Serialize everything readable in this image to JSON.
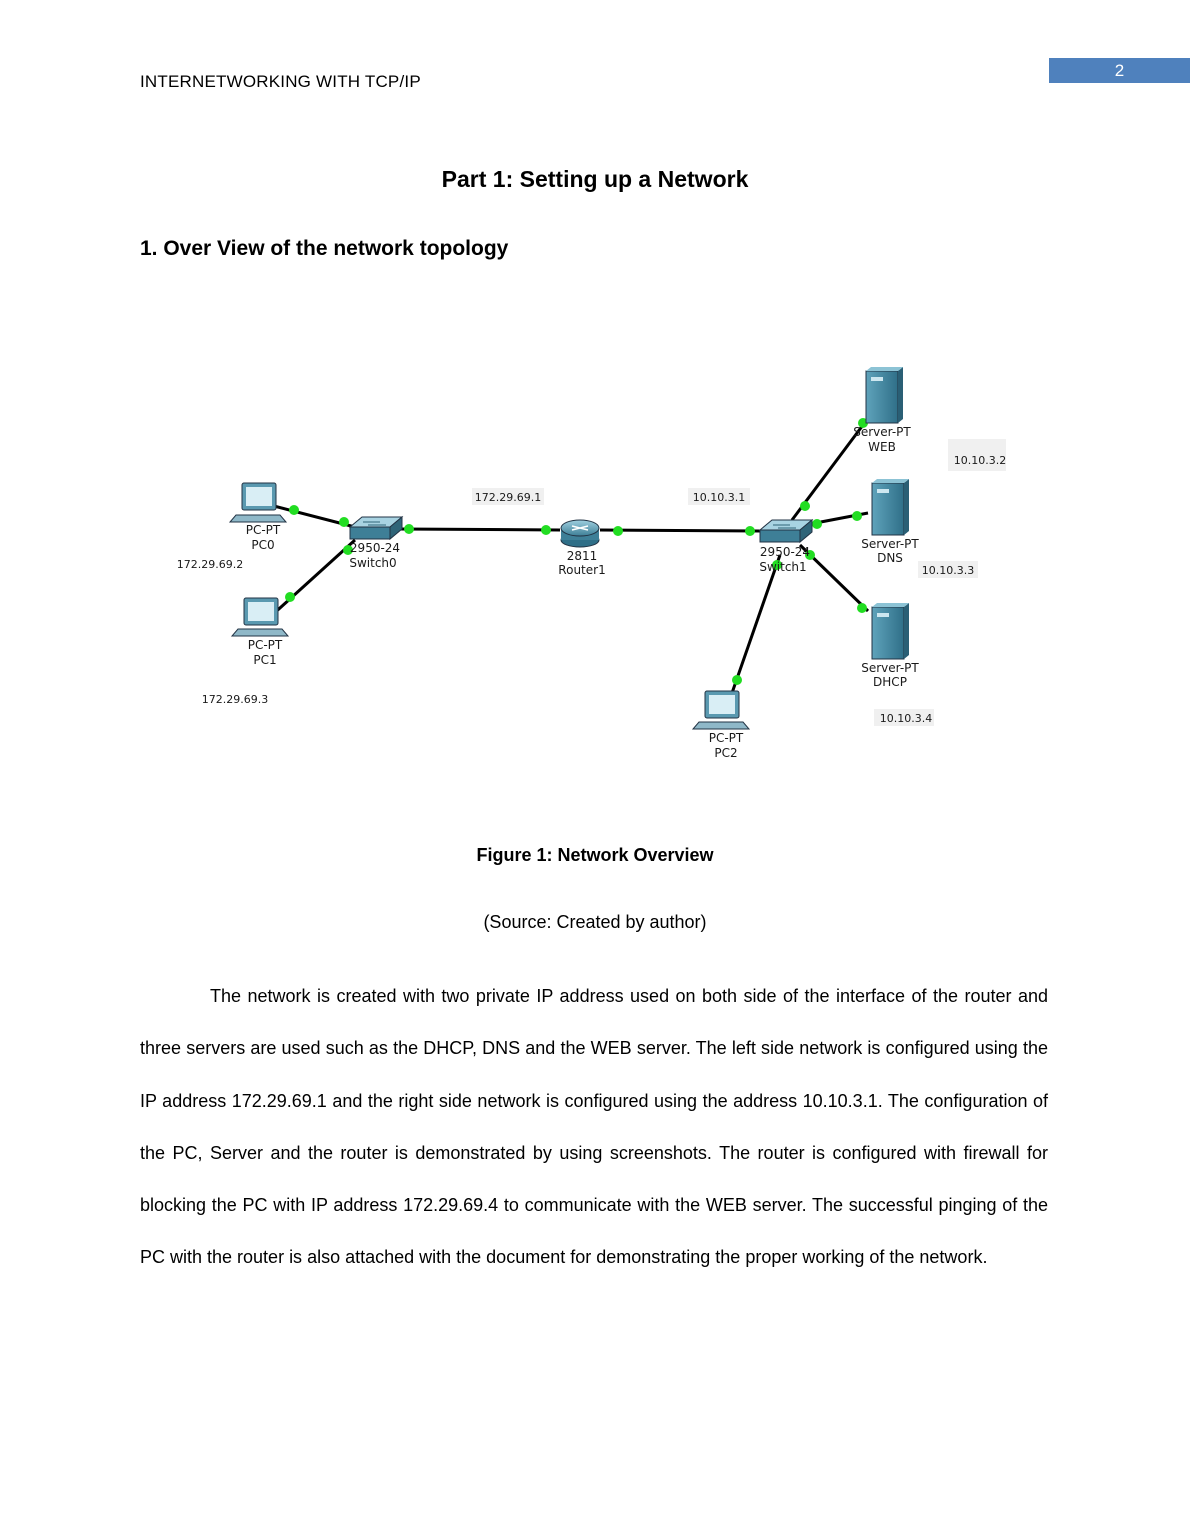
{
  "header": {
    "running_head": "INTERNETWORKING WITH TCP/IP",
    "page_number": "2",
    "page_number_color": "#4f81bd"
  },
  "title": "Part 1: Setting up a Network",
  "section_heading": "1. Over View of the network topology",
  "figure": {
    "nodes": {
      "pc0": {
        "type": "PC-PT",
        "name": "PC0"
      },
      "pc1": {
        "type": "PC-PT",
        "name": "PC1"
      },
      "pc2": {
        "type": "PC-PT",
        "name": "PC2"
      },
      "switch0": {
        "type": "2950-24",
        "name": "Switch0"
      },
      "switch1": {
        "type": "2950-24",
        "name": "Switch1"
      },
      "router1": {
        "type": "2811",
        "name": "Router1"
      },
      "web": {
        "type": "Server-PT",
        "name": "WEB"
      },
      "dns": {
        "type": "Server-PT",
        "name": "DNS"
      },
      "dhcp": {
        "type": "Server-PT",
        "name": "DHCP"
      }
    },
    "ip_labels": {
      "pc0": "172.29.69.2",
      "pc1": "172.29.69.3",
      "router_left": "172.29.69.1",
      "router_right": "10.10.3.1",
      "web": "10.10.3.2",
      "dns": "10.10.3.3",
      "dhcp": "10.10.3.4"
    },
    "link_color": "#000000",
    "port_color": "#22dd22",
    "device_color": "#4a8fa8"
  },
  "caption": "Figure 1: Network Overview",
  "source": "(Source: Created by author)",
  "paragraph": "The network is created with two private IP address used on both side of the interface of the router and three servers are used such as the DHCP, DNS and the WEB server. The left side network is configured using the IP address 172.29.69.1 and the right side network is configured using the address 10.10.3.1. The configuration of the PC, Server and the router is demonstrated by using screenshots. The router is configured with firewall for blocking the PC with IP address 172.29.69.4 to communicate with the WEB server. The successful pinging of the PC with the router is also attached with the document for demonstrating the proper working of the network."
}
